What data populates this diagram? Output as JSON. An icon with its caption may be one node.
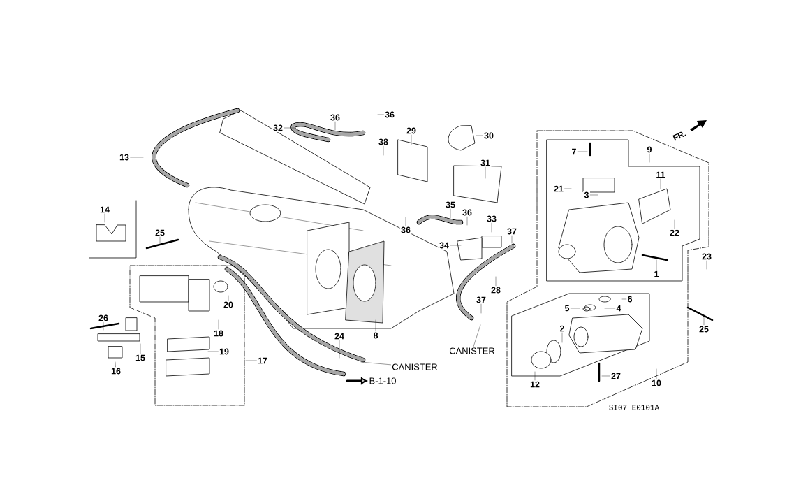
{
  "diagram": {
    "nodes": [
      {
        "text": [
          "36"
        ]
      },
      {
        "text": [
          "36"
        ]
      },
      {
        "text": [
          "32"
        ]
      },
      {
        "text": [
          "30"
        ]
      },
      {
        "text": [
          "29"
        ]
      },
      {
        "text": [
          "38"
        ]
      },
      {
        "text": [
          "9"
        ]
      },
      {
        "text": [
          "7"
        ]
      },
      {
        "text": [
          "13"
        ]
      },
      {
        "text": [
          "31"
        ]
      },
      {
        "text": [
          "11"
        ]
      },
      {
        "text": [
          "21"
        ]
      },
      {
        "text": [
          "3"
        ]
      },
      {
        "text": [
          "35"
        ]
      },
      {
        "text": [
          "14"
        ]
      },
      {
        "text": [
          "36"
        ]
      },
      {
        "text": [
          "33"
        ]
      },
      {
        "text": [
          "36"
        ]
      },
      {
        "text": [
          "37"
        ]
      },
      {
        "text": [
          "22"
        ]
      },
      {
        "text": [
          "25"
        ]
      },
      {
        "text": [
          "34"
        ]
      },
      {
        "text": [
          "23"
        ]
      },
      {
        "text": [
          "1"
        ]
      },
      {
        "text": [
          "28"
        ]
      },
      {
        "text": [
          "6"
        ]
      },
      {
        "text": [
          "37"
        ]
      },
      {
        "text": [
          "20"
        ]
      },
      {
        "text": [
          "5"
        ]
      },
      {
        "text": [
          "4"
        ]
      },
      {
        "text": [
          "26"
        ]
      },
      {
        "text": [
          "2"
        ]
      },
      {
        "text": [
          "25"
        ]
      },
      {
        "text": [
          "18"
        ]
      },
      {
        "text": [
          "24"
        ]
      },
      {
        "text": [
          "8"
        ]
      },
      {
        "text": [
          "CANISTER"
        ]
      },
      {
        "text": [
          "19"
        ]
      },
      {
        "text": [
          "15"
        ]
      },
      {
        "text": [
          "17"
        ]
      },
      {
        "text": [
          "CANISTER"
        ]
      },
      {
        "text": [
          "16"
        ]
      },
      {
        "text": [
          "27"
        ]
      },
      {
        "text": [
          "B-1-10"
        ]
      },
      {
        "text": [
          "10"
        ]
      },
      {
        "text": [
          "12"
        ]
      }
    ],
    "edges": [
      {
        "from": 0,
        "to": null,
        "arrow": "none"
      },
      {
        "from": 1,
        "to": null,
        "arrow": "none"
      },
      {
        "from": 2,
        "to": null,
        "arrow": "none"
      },
      {
        "from": 3,
        "to": null,
        "arrow": "none"
      },
      {
        "from": 4,
        "to": null,
        "arrow": "none"
      },
      {
        "from": 5,
        "to": null,
        "arrow": "none"
      },
      {
        "from": 6,
        "to": null,
        "arrow": "none"
      },
      {
        "from": 7,
        "to": null,
        "arrow": "none"
      },
      {
        "from": 8,
        "to": null,
        "arrow": "none"
      },
      {
        "from": 9,
        "to": null,
        "arrow": "none"
      },
      {
        "from": 10,
        "to": null,
        "arrow": "none"
      },
      {
        "from": 11,
        "to": null,
        "arrow": "none"
      },
      {
        "from": 12,
        "to": null,
        "arrow": "none"
      },
      {
        "from": 13,
        "to": null,
        "arrow": "none"
      },
      {
        "from": 14,
        "to": null,
        "arrow": "none"
      },
      {
        "from": 15,
        "to": null,
        "arrow": "none"
      },
      {
        "from": 16,
        "to": null,
        "arrow": "none"
      },
      {
        "from": 17,
        "to": null,
        "arrow": "none"
      },
      {
        "from": 18,
        "to": null,
        "arrow": "none"
      },
      {
        "from": 19,
        "to": null,
        "arrow": "none"
      },
      {
        "from": 20,
        "to": null,
        "arrow": "none"
      },
      {
        "from": 21,
        "to": null,
        "arrow": "none"
      },
      {
        "from": 22,
        "to": null,
        "arrow": "none"
      },
      {
        "from": 23,
        "to": null,
        "arrow": "none"
      },
      {
        "from": 24,
        "to": null,
        "arrow": "none"
      },
      {
        "from": 25,
        "to": null,
        "arrow": "none"
      },
      {
        "from": 26,
        "to": null,
        "arrow": "none"
      },
      {
        "from": 27,
        "to": null,
        "arrow": "none"
      },
      {
        "from": 28,
        "to": null,
        "arrow": "none"
      },
      {
        "from": 29,
        "to": null,
        "arrow": "none"
      },
      {
        "from": 30,
        "to": null,
        "arrow": "none"
      },
      {
        "from": 31,
        "to": null,
        "arrow": "none"
      },
      {
        "from": 32,
        "to": null,
        "arrow": "none"
      },
      {
        "from": 33,
        "to": null,
        "arrow": "none"
      },
      {
        "from": 34,
        "to": null,
        "arrow": "none"
      },
      {
        "from": 35,
        "to": null,
        "arrow": "none"
      },
      {
        "from": null,
        "to": 36,
        "arrow": "none"
      },
      {
        "from": 37,
        "to": null,
        "arrow": "none"
      },
      {
        "from": 38,
        "to": null,
        "arrow": "none"
      },
      {
        "from": 39,
        "to": null,
        "arrow": "none"
      },
      {
        "from": null,
        "to": 40,
        "arrow": "none"
      },
      {
        "from": 41,
        "to": null,
        "arrow": "none"
      },
      {
        "from": 42,
        "to": null,
        "arrow": "none"
      },
      {
        "from": null,
        "to": 43,
        "arrow": "to",
        "style": "thick"
      },
      {
        "from": 44,
        "to": null,
        "arrow": "none"
      },
      {
        "from": 45,
        "to": null,
        "arrow": "none"
      }
    ],
    "labels": [
      "FR.",
      "SI07 E0101A"
    ]
  }
}
